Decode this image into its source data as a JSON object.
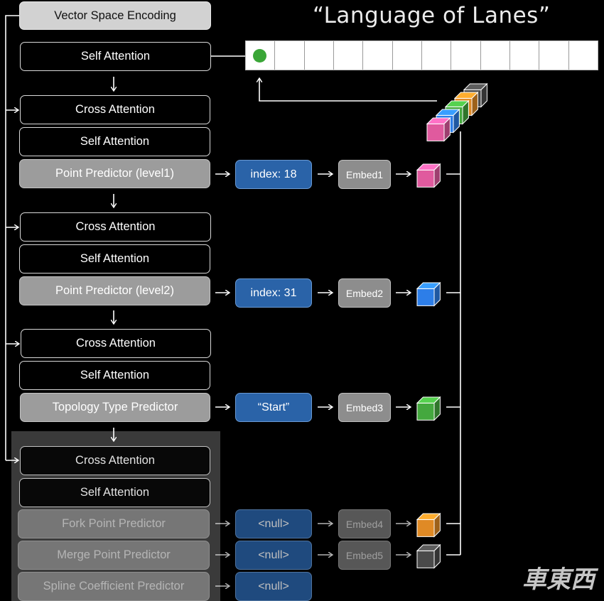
{
  "title": "“Language of Lanes”",
  "encoder_label": "Vector Space Encoding",
  "first_self_attention": "Self Attention",
  "blocks": [
    {
      "cross": "Cross Attention",
      "self": "Self Attention",
      "predictor": "Point Predictor (level1)",
      "output": "index: 18",
      "embed": "Embed1",
      "cube_color": "#e05a9e"
    },
    {
      "cross": "Cross Attention",
      "self": "Self Attention",
      "predictor": "Point Predictor (level2)",
      "output": "index: 31",
      "embed": "Embed2",
      "cube_color": "#2d7ee8"
    },
    {
      "cross": "Cross Attention",
      "self": "Self Attention",
      "predictor": "Topology Type Predictor",
      "output": "“Start”",
      "embed": "Embed3",
      "cube_color": "#44a83e"
    }
  ],
  "final_block": {
    "cross": "Cross Attention",
    "self": "Self Attention",
    "predictors": [
      {
        "label": "Fork Point Predictor",
        "output": "<null>",
        "embed": "Embed4",
        "cube_color": "#e08a25"
      },
      {
        "label": "Merge Point Predictor",
        "output": "<null>",
        "embed": "Embed5",
        "cube_color": "#4a4a4a"
      },
      {
        "label": "Spline Coefficient Predictor",
        "output": "<null>"
      }
    ]
  },
  "stack_cube_colors": [
    "#e05a9e",
    "#2d7ee8",
    "#44a83e",
    "#e08a25",
    "#4a4a4a"
  ],
  "sequence_dot_color": "#3aa637",
  "watermark": "車東西"
}
